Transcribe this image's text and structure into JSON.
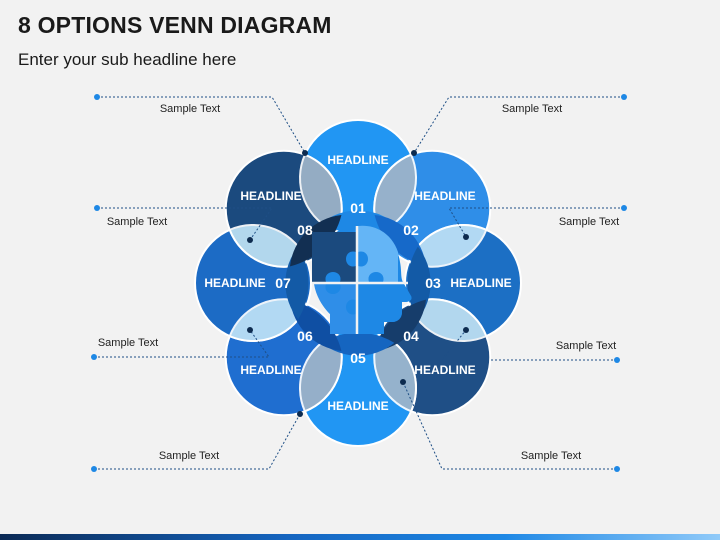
{
  "title": "8 OPTIONS VENN DIAGRAM",
  "subtitle": "Enter your sub headline here",
  "options": [
    {
      "number": "01",
      "headline": "HEADLINE",
      "label": "Sample Text",
      "color": "#2196f3",
      "inner_color": "#1e88e5"
    },
    {
      "number": "02",
      "headline": "HEADLINE",
      "label": "Sample Text",
      "color": "#2f8ee8",
      "inner_color": "#1669c9"
    },
    {
      "number": "03",
      "headline": "HEADLINE",
      "label": "Sample Text",
      "color": "#1c6fc4",
      "inner_color": "#135aa6"
    },
    {
      "number": "04",
      "headline": "HEADLINE",
      "label": "Sample Text",
      "color": "#1f4f86",
      "inner_color": "#163d6b"
    },
    {
      "number": "05",
      "headline": "HEADLINE",
      "label": "Sample Text",
      "color": "#2196f3",
      "inner_color": "#1565c0"
    },
    {
      "number": "06",
      "headline": "HEADLINE",
      "label": "Sample Text",
      "color": "#1f6ed0",
      "inner_color": "#0f4fa3"
    },
    {
      "number": "07",
      "headline": "HEADLINE",
      "label": "Sample Text",
      "color": "#1c6bc5",
      "inner_color": "#135aa6"
    },
    {
      "number": "08",
      "headline": "HEADLINE",
      "label": "Sample Text",
      "color": "#1b4a7e",
      "inner_color": "#122f52"
    }
  ],
  "colors": {
    "overlap_light": "#bfe3f7",
    "overlap_grey": "#9fb5c9",
    "dot": "#1e88e5",
    "dark_dot": "#0d2b4f",
    "head_icon": "#1e88e5",
    "puzzle_dark": "#1b4a7e",
    "puzzle_mid": "#2196f3",
    "puzzle_light": "#64b5f6"
  },
  "center_icon": "head-puzzle-icon"
}
